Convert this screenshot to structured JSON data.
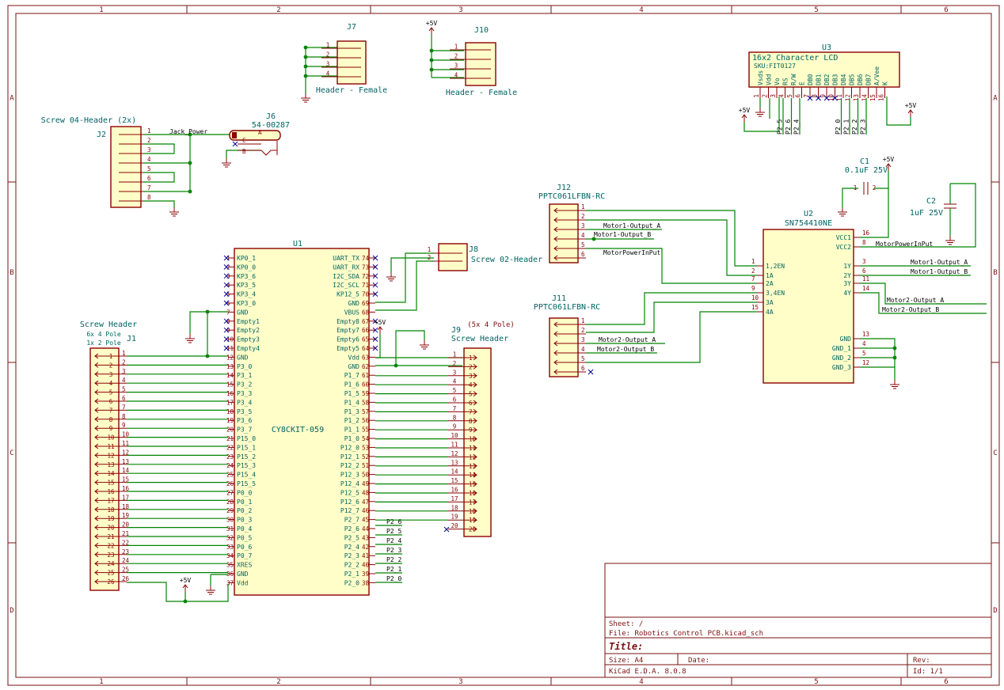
{
  "frame": {
    "columns": [
      "1",
      "2",
      "3",
      "4",
      "5",
      "6"
    ],
    "rows": [
      "A",
      "B",
      "C",
      "D"
    ]
  },
  "title_block": {
    "sheet": "Sheet: /",
    "file": "File: Robotics Control PCB.kicad_sch",
    "title": "Title:",
    "size": "Size: A4",
    "date": "Date:",
    "rev": "Rev:",
    "tool": "KiCad E.D.A. 8.0.8",
    "id": "Id: 1/1"
  },
  "power": {
    "vcc": "+5V"
  },
  "components": {
    "J7": {
      "ref": "J7",
      "value": "Header - Female",
      "pins": [
        "1",
        "2",
        "3",
        "4"
      ]
    },
    "J10": {
      "ref": "J10",
      "value": "Header - Female",
      "pins": [
        "1",
        "2",
        "3",
        "4"
      ]
    },
    "J2": {
      "ref": "J2",
      "value": "Screw 04-Header (2x)",
      "pins": [
        "1",
        "2",
        "3",
        "4",
        "5",
        "6",
        "7",
        "8"
      ]
    },
    "J6": {
      "ref": "J6",
      "value": "54-00287",
      "pins": [
        "A",
        "C",
        "B"
      ]
    },
    "U3": {
      "ref": "U3",
      "value": "16x2 Character LCD",
      "sku": "SKU:FIT0127",
      "pins": [
        {
          "num": "1",
          "name": "Vsds"
        },
        {
          "num": "2",
          "name": "Vdd"
        },
        {
          "num": "3",
          "name": "Vo"
        },
        {
          "num": "4",
          "name": "RS"
        },
        {
          "num": "5",
          "name": "R/W"
        },
        {
          "num": "6",
          "name": "E"
        },
        {
          "num": "7",
          "name": "DB0"
        },
        {
          "num": "8",
          "name": "DB1"
        },
        {
          "num": "9",
          "name": "DB2"
        },
        {
          "num": "10",
          "name": "DB3"
        },
        {
          "num": "11",
          "name": "DB4"
        },
        {
          "num": "12",
          "name": "DB5"
        },
        {
          "num": "13",
          "name": "DB6"
        },
        {
          "num": "14",
          "name": "DB7"
        },
        {
          "num": "15",
          "name": "A/Vee"
        },
        {
          "num": "16",
          "name": "K"
        }
      ]
    },
    "C1": {
      "ref": "C1",
      "value": "0.1uF 25V"
    },
    "C2": {
      "ref": "C2",
      "value": "1uF 25V"
    },
    "J12": {
      "ref": "J12",
      "value": "PPTC061LFBN-RC",
      "pins": [
        "1",
        "2",
        "3",
        "4",
        "5",
        "6"
      ]
    },
    "J11": {
      "ref": "J11",
      "value": "PPTC061LFBN-RC",
      "pins": [
        "1",
        "2",
        "3",
        "4",
        "5",
        "6"
      ]
    },
    "U2": {
      "ref": "U2",
      "value": "SN754410NE",
      "left": [
        {
          "num": "1",
          "name": "1,2EN"
        },
        {
          "num": "2",
          "name": "1A"
        },
        {
          "num": "7",
          "name": "2A"
        },
        {
          "num": "9",
          "name": "3,4EN"
        },
        {
          "num": "10",
          "name": "3A"
        },
        {
          "num": "15",
          "name": "4A"
        }
      ],
      "right": [
        {
          "num": "16",
          "name": "VCC1"
        },
        {
          "num": "8",
          "name": "VCC2"
        },
        {
          "num": "3",
          "name": "1Y"
        },
        {
          "num": "6",
          "name": "2Y"
        },
        {
          "num": "11",
          "name": "3Y"
        },
        {
          "num": "14",
          "name": "4Y"
        },
        {
          "num": "13",
          "name": "GND"
        },
        {
          "num": "4",
          "name": "GND_1"
        },
        {
          "num": "5",
          "name": "GND_2"
        },
        {
          "num": "12",
          "name": "GND_3"
        }
      ]
    },
    "J8": {
      "ref": "J8",
      "value": "Screw 02-Header",
      "pins": [
        "1",
        "2"
      ]
    },
    "U1": {
      "ref": "U1",
      "value": "CY8CKIT-059",
      "left": [
        {
          "num": "1",
          "name": "KP0_1"
        },
        {
          "num": "2",
          "name": "KP0_0"
        },
        {
          "num": "3",
          "name": "KP3_6"
        },
        {
          "num": "4",
          "name": "KP3_5"
        },
        {
          "num": "5",
          "name": "KP3_4"
        },
        {
          "num": "6",
          "name": "KP3_0"
        },
        {
          "num": "7",
          "name": "GND"
        },
        {
          "num": "8",
          "name": "Empty1"
        },
        {
          "num": "9",
          "name": "Empty2"
        },
        {
          "num": "10",
          "name": "Empty3"
        },
        {
          "num": "11",
          "name": "Empty4"
        },
        {
          "num": "12",
          "name": "GND"
        },
        {
          "num": "13",
          "name": "P3_0"
        },
        {
          "num": "14",
          "name": "P3_1"
        },
        {
          "num": "15",
          "name": "P3_2"
        },
        {
          "num": "16",
          "name": "P3_3"
        },
        {
          "num": "17",
          "name": "P3_4"
        },
        {
          "num": "18",
          "name": "P3_5"
        },
        {
          "num": "19",
          "name": "P3_6"
        },
        {
          "num": "20",
          "name": "P3_7"
        },
        {
          "num": "21",
          "name": "P15_0"
        },
        {
          "num": "22",
          "name": "P15_1"
        },
        {
          "num": "23",
          "name": "P15_2"
        },
        {
          "num": "24",
          "name": "P15_3"
        },
        {
          "num": "25",
          "name": "P15_4"
        },
        {
          "num": "26",
          "name": "P15_5"
        },
        {
          "num": "27",
          "name": "P0_0"
        },
        {
          "num": "28",
          "name": "P0_1"
        },
        {
          "num": "29",
          "name": "P0_2"
        },
        {
          "num": "30",
          "name": "P0_3"
        },
        {
          "num": "31",
          "name": "P0_4"
        },
        {
          "num": "32",
          "name": "P0_5"
        },
        {
          "num": "33",
          "name": "P0_6"
        },
        {
          "num": "34",
          "name": "P0_7"
        },
        {
          "num": "35",
          "name": "XRES"
        },
        {
          "num": "36",
          "name": "GND"
        },
        {
          "num": "37",
          "name": "Vdd"
        }
      ],
      "right": [
        {
          "num": "74",
          "name": "UART_TX"
        },
        {
          "num": "73",
          "name": "UART_RX"
        },
        {
          "num": "72",
          "name": "I2C_SDA"
        },
        {
          "num": "71",
          "name": "I2C_SCL"
        },
        {
          "num": "70",
          "name": "KP12_5"
        },
        {
          "num": "69",
          "name": "GND"
        },
        {
          "num": "68",
          "name": "VBUS"
        },
        {
          "num": "67",
          "name": "Empty8"
        },
        {
          "num": "66",
          "name": "Empty7"
        },
        {
          "num": "65",
          "name": "Empty6"
        },
        {
          "num": "64",
          "name": "Empty5"
        },
        {
          "num": "63",
          "name": "Vdd"
        },
        {
          "num": "62",
          "name": "GND"
        },
        {
          "num": "61",
          "name": "P1_7"
        },
        {
          "num": "60",
          "name": "P1_6"
        },
        {
          "num": "59",
          "name": "P1_5"
        },
        {
          "num": "58",
          "name": "P1_4"
        },
        {
          "num": "57",
          "name": "P1_3"
        },
        {
          "num": "56",
          "name": "P1_2"
        },
        {
          "num": "55",
          "name": "P1_1"
        },
        {
          "num": "54",
          "name": "P1_0"
        },
        {
          "num": "53",
          "name": "P12_0"
        },
        {
          "num": "52",
          "name": "P12_1"
        },
        {
          "num": "51",
          "name": "P12_2"
        },
        {
          "num": "50",
          "name": "P12_3"
        },
        {
          "num": "49",
          "name": "P12_4"
        },
        {
          "num": "48",
          "name": "P12_5"
        },
        {
          "num": "47",
          "name": "P12_6"
        },
        {
          "num": "46",
          "name": "P12_7"
        },
        {
          "num": "45",
          "name": "P2_7"
        },
        {
          "num": "44",
          "name": "P2_6"
        },
        {
          "num": "43",
          "name": "P2_5"
        },
        {
          "num": "42",
          "name": "P2_4"
        },
        {
          "num": "41",
          "name": "P2_3"
        },
        {
          "num": "40",
          "name": "P2_2"
        },
        {
          "num": "39",
          "name": "P2_1"
        },
        {
          "num": "38",
          "name": "P2_0"
        }
      ]
    },
    "J1": {
      "ref": "J1",
      "value": "Screw Header",
      "note1": "6x 4 Pole",
      "note2": "1x 2 Pole",
      "pins": [
        "1",
        "2",
        "3",
        "4",
        "5",
        "6",
        "7",
        "8",
        "9",
        "10",
        "11",
        "12",
        "13",
        "14",
        "15",
        "16",
        "17",
        "18",
        "19",
        "20",
        "21",
        "22",
        "23",
        "24",
        "25",
        "26"
      ]
    },
    "J9": {
      "ref": "J9",
      "value": "Screw Header",
      "note": "(5x 4 Pole)",
      "pins": [
        "1",
        "2",
        "3",
        "4",
        "5",
        "6",
        "7",
        "8",
        "9",
        "10",
        "11",
        "12",
        "13",
        "14",
        "15",
        "16",
        "17",
        "18",
        "19",
        "20"
      ]
    }
  },
  "nets": {
    "jack_power": "Jack_Power",
    "lcd": [
      "P2_5",
      "P2_6",
      "P2_4",
      "P2_0",
      "P2_1",
      "P2_2",
      "P2_3"
    ],
    "motor1_a": "Motor1-Output_A",
    "motor1_b": "Motor1-Output_B",
    "motor2_a": "Motor2-Output_A",
    "motor2_b": "Motor2-Output_B",
    "motor_power": "MotorPowerInPut",
    "u1_port2": [
      "P2_6",
      "P2_5",
      "P2_4",
      "P2_3",
      "P2_2",
      "P2_1",
      "P2_0"
    ]
  }
}
